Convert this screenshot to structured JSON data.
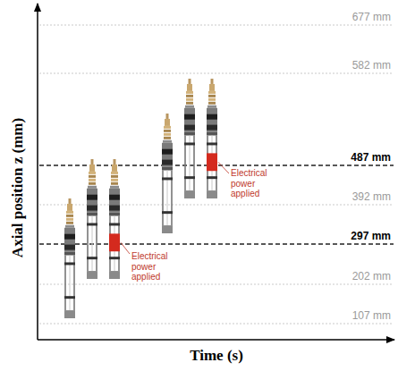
{
  "diagram": {
    "labels": [
      "677 mm",
      "582 mm",
      "487 mm",
      "392 mm",
      "297 mm",
      "202 mm",
      "107 mm",
      "Electrical power applied",
      "Electrical power applied",
      "Axial position z (mm)",
      "Time (s)"
    ]
  }
}
